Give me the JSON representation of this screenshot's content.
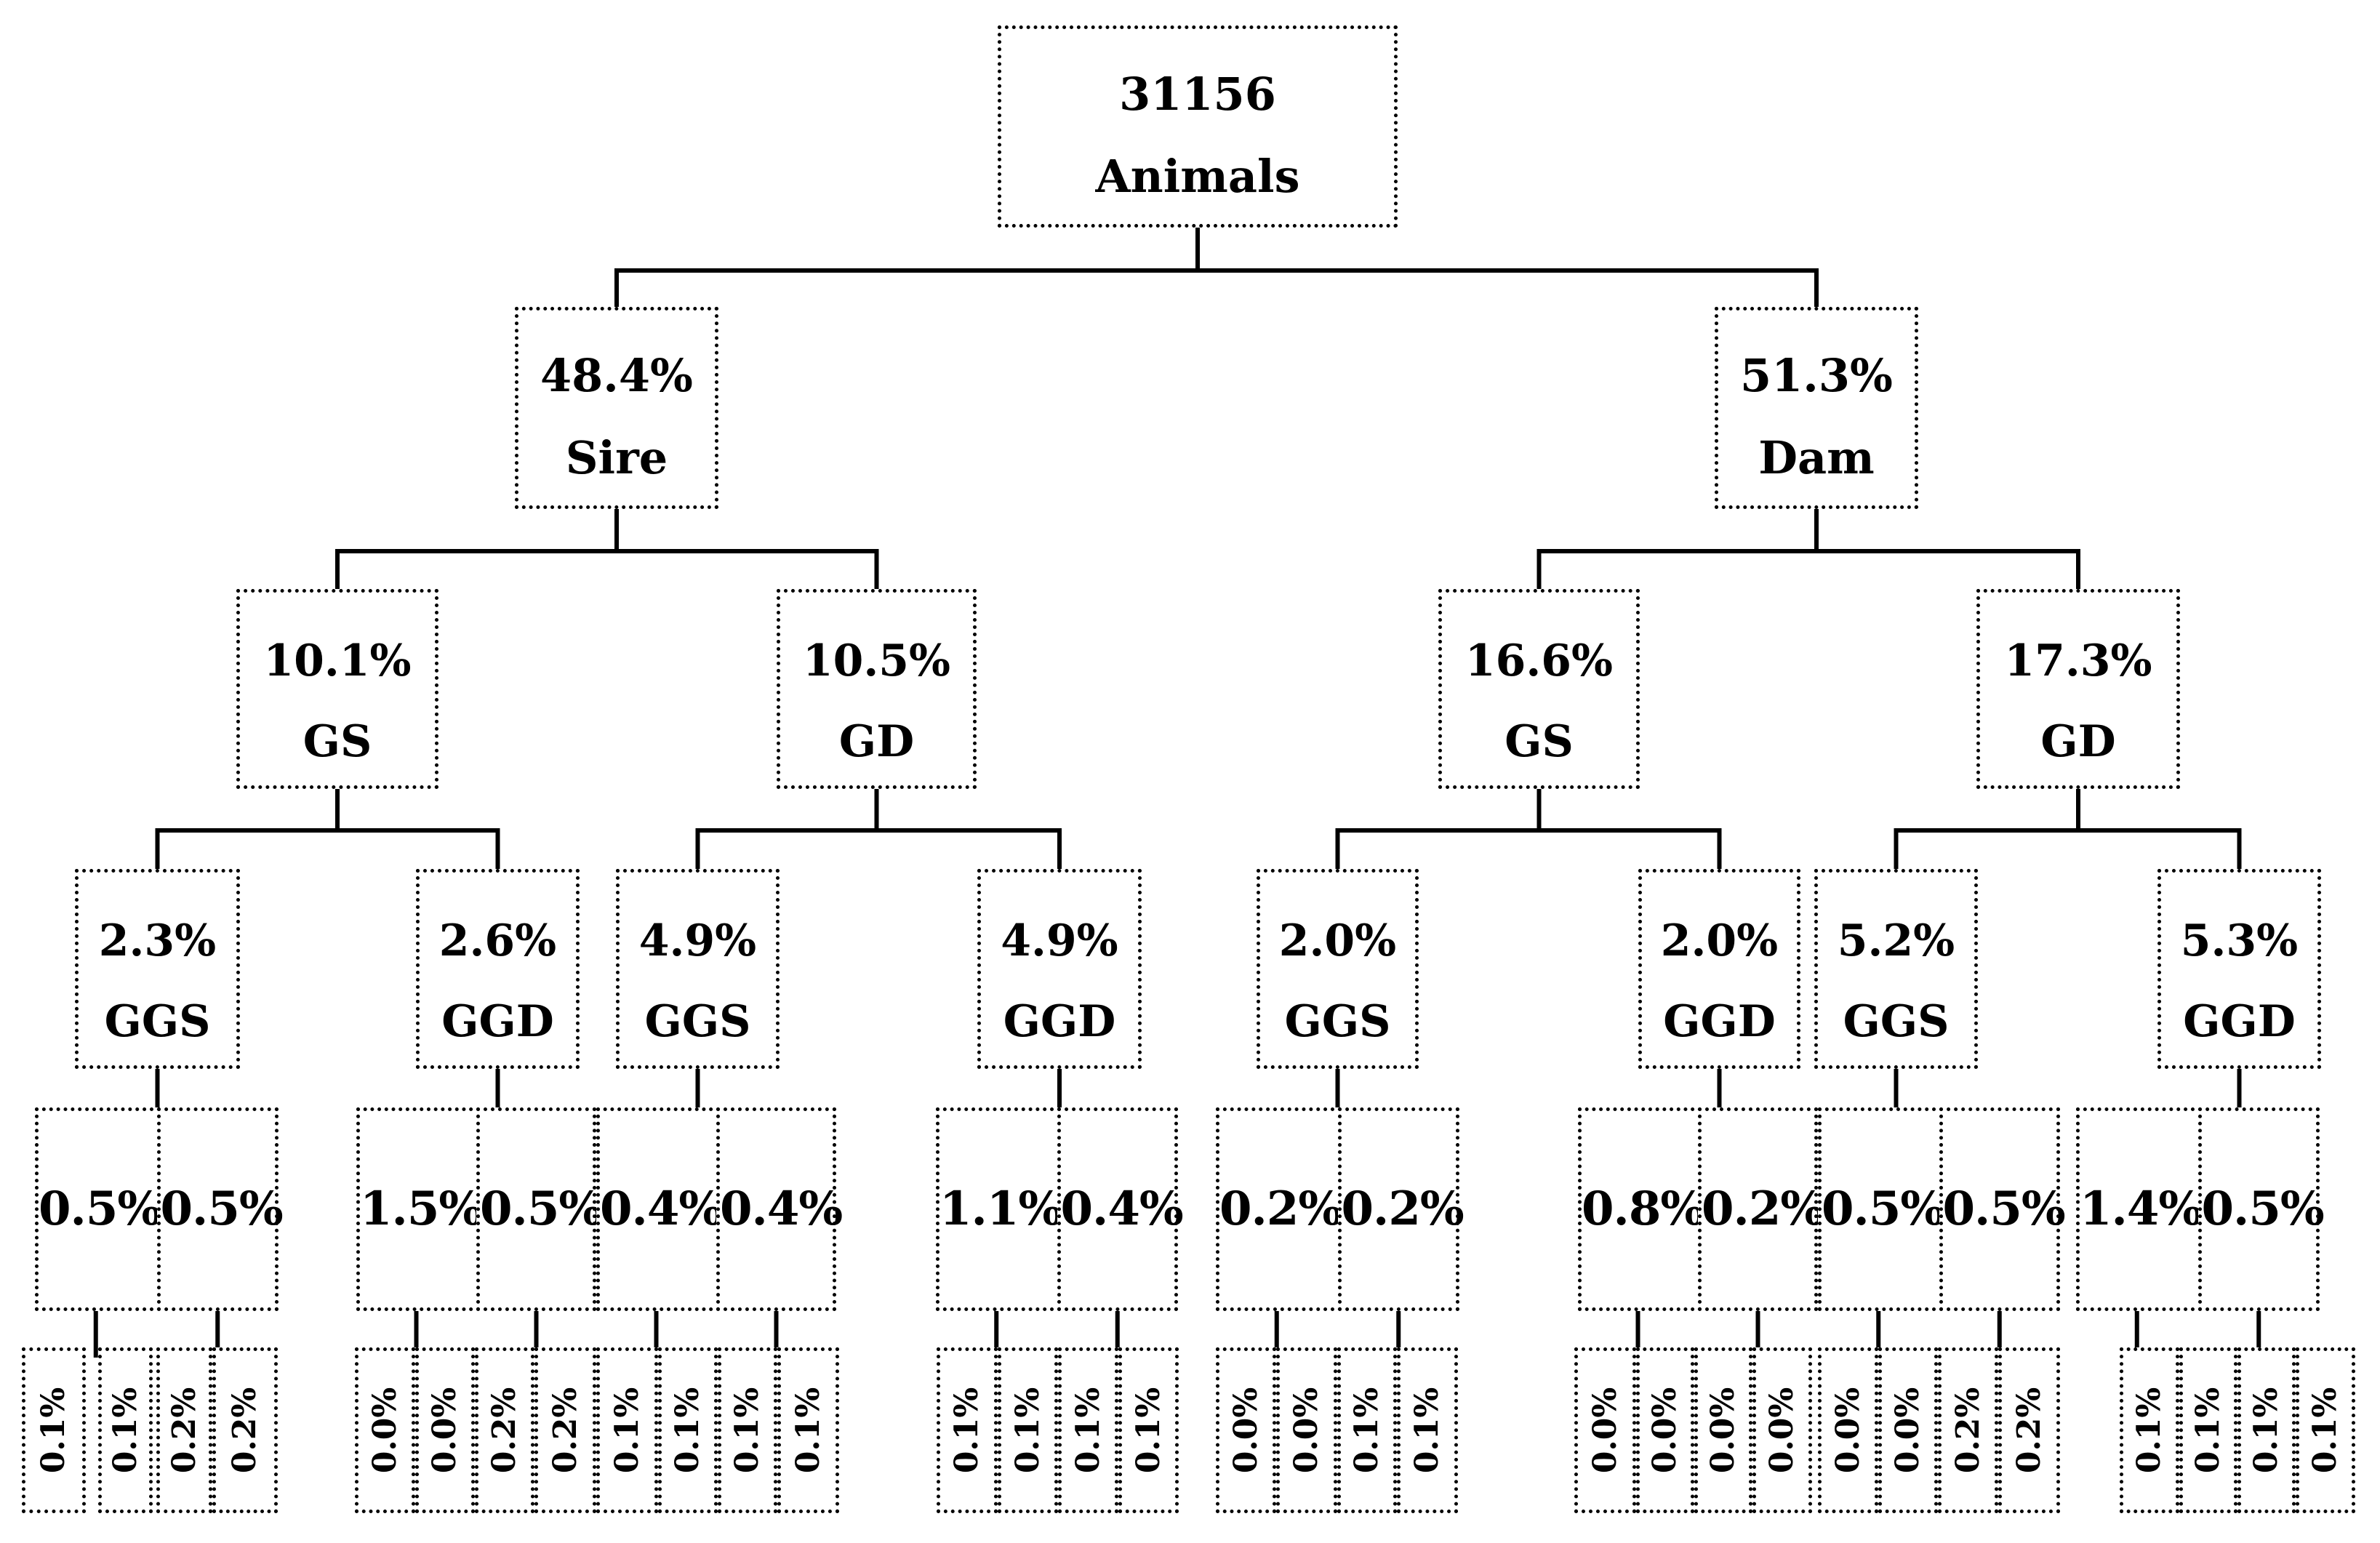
{
  "tree": {
    "root": {
      "value": "31156",
      "label": "Animals",
      "children": [
        {
          "value": "48.4%",
          "label": "Sire",
          "children": [
            {
              "value": "10.1%",
              "label": "GS",
              "children": [
                {
                  "value": "2.3%",
                  "label": "GGS",
                  "children": [
                    {
                      "value": "0.5%",
                      "children": [
                        {
                          "value": "0.1%"
                        },
                        {
                          "value": "0.1%"
                        }
                      ]
                    },
                    {
                      "value": "0.5%",
                      "children": [
                        {
                          "value": "0.2%"
                        },
                        {
                          "value": "0.2%"
                        }
                      ]
                    }
                  ]
                },
                {
                  "value": "2.6%",
                  "label": "GGD",
                  "children": [
                    {
                      "value": "1.5%",
                      "children": [
                        {
                          "value": "0.0%"
                        },
                        {
                          "value": "0.0%"
                        }
                      ]
                    },
                    {
                      "value": "0.5%",
                      "children": [
                        {
                          "value": "0.2%"
                        },
                        {
                          "value": "0.2%"
                        }
                      ]
                    }
                  ]
                }
              ]
            },
            {
              "value": "10.5%",
              "label": "GD",
              "children": [
                {
                  "value": "4.9%",
                  "label": "GGS",
                  "children": [
                    {
                      "value": "0.4%",
                      "children": [
                        {
                          "value": "0.1%"
                        },
                        {
                          "value": "0.1%"
                        }
                      ]
                    },
                    {
                      "value": "0.4%",
                      "children": [
                        {
                          "value": "0.1%"
                        },
                        {
                          "value": "0.1%"
                        }
                      ]
                    }
                  ]
                },
                {
                  "value": "4.9%",
                  "label": "GGD",
                  "children": [
                    {
                      "value": "1.1%",
                      "children": [
                        {
                          "value": "0.1%"
                        },
                        {
                          "value": "0.1%"
                        }
                      ]
                    },
                    {
                      "value": "0.4%",
                      "children": [
                        {
                          "value": "0.1%"
                        },
                        {
                          "value": "0.1%"
                        }
                      ]
                    }
                  ]
                }
              ]
            }
          ]
        },
        {
          "value": "51.3%",
          "label": "Dam",
          "children": [
            {
              "value": "16.6%",
              "label": "GS",
              "children": [
                {
                  "value": "2.0%",
                  "label": "GGS",
                  "children": [
                    {
                      "value": "0.2%",
                      "children": [
                        {
                          "value": "0.0%"
                        },
                        {
                          "value": "0.0%"
                        }
                      ]
                    },
                    {
                      "value": "0.2%",
                      "children": [
                        {
                          "value": "0.1%"
                        },
                        {
                          "value": "0.1%"
                        }
                      ]
                    }
                  ]
                },
                {
                  "value": "2.0%",
                  "label": "GGD",
                  "children": [
                    {
                      "value": "0.8%",
                      "children": [
                        {
                          "value": "0.0%"
                        },
                        {
                          "value": "0.0%"
                        }
                      ]
                    },
                    {
                      "value": "0.2%",
                      "children": [
                        {
                          "value": "0.0%"
                        },
                        {
                          "value": "0.0%"
                        }
                      ]
                    }
                  ]
                }
              ]
            },
            {
              "value": "17.3%",
              "label": "GD",
              "children": [
                {
                  "value": "5.2%",
                  "label": "GGS",
                  "children": [
                    {
                      "value": "0.5%",
                      "children": [
                        {
                          "value": "0.0%"
                        },
                        {
                          "value": "0.0%"
                        }
                      ]
                    },
                    {
                      "value": "0.5%",
                      "children": [
                        {
                          "value": "0.2%"
                        },
                        {
                          "value": "0.2%"
                        }
                      ]
                    }
                  ]
                },
                {
                  "value": "5.3%",
                  "label": "GGD",
                  "children": [
                    {
                      "value": "1.4%",
                      "children": [
                        {
                          "value": "0.1%"
                        },
                        {
                          "value": "0.1%"
                        }
                      ]
                    },
                    {
                      "value": "0.5%",
                      "children": [
                        {
                          "value": "0.1%"
                        },
                        {
                          "value": "0.1%"
                        }
                      ]
                    }
                  ]
                }
              ]
            }
          ]
        }
      ]
    }
  }
}
